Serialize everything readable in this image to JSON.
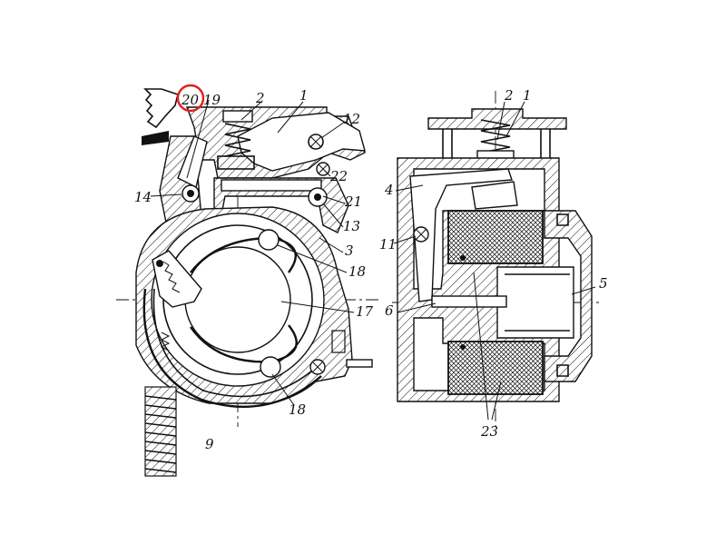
{
  "figure": {
    "highlight_color": "#e0201c",
    "line_color": "#111111",
    "background": "#ffffff"
  },
  "labels": {
    "l1_left": "1",
    "l2_left": "2",
    "l3": "3",
    "l9": "9",
    "l12": "12",
    "l13": "13",
    "l14": "14",
    "l17": "17",
    "l18_top": "18",
    "l18_bottom": "18",
    "l19": "19",
    "l20": "20",
    "l21": "21",
    "l22": "22",
    "l1_right": "1",
    "l2_right": "2",
    "l4": "4",
    "l5": "5",
    "l6": "6",
    "l11": "11",
    "l23": "23"
  }
}
